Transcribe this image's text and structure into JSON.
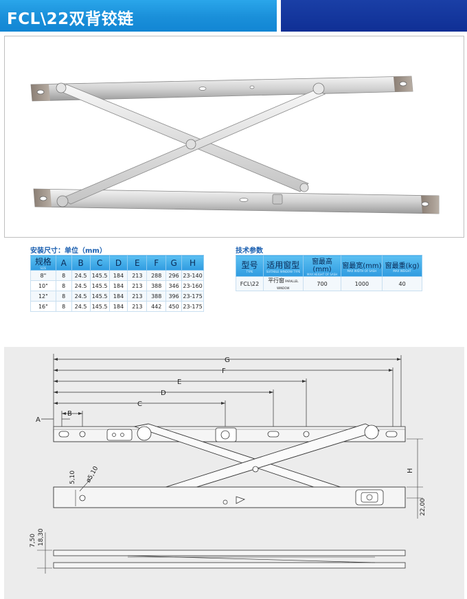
{
  "header": {
    "title": "FCL\\22双背铰链"
  },
  "install_table": {
    "title": "安装尺寸：单位（mm）",
    "headers": [
      {
        "main": "规格",
        "sub": "SIZE"
      },
      {
        "main": "A",
        "sub": ""
      },
      {
        "main": "B",
        "sub": ""
      },
      {
        "main": "C",
        "sub": ""
      },
      {
        "main": "D",
        "sub": ""
      },
      {
        "main": "E",
        "sub": ""
      },
      {
        "main": "F",
        "sub": ""
      },
      {
        "main": "G",
        "sub": ""
      },
      {
        "main": "H",
        "sub": ""
      }
    ],
    "rows": [
      [
        "8\"",
        "8",
        "24.5",
        "145.5",
        "184",
        "213",
        "288",
        "296",
        "23-140"
      ],
      [
        "10\"",
        "8",
        "24.5",
        "145.5",
        "184",
        "213",
        "388",
        "346",
        "23-160"
      ],
      [
        "12\"",
        "8",
        "24.5",
        "145.5",
        "184",
        "213",
        "388",
        "396",
        "23-175"
      ],
      [
        "16\"",
        "8",
        "24.5",
        "145.5",
        "184",
        "213",
        "442",
        "450",
        "23-175"
      ]
    ]
  },
  "tech_table": {
    "title": "技术参数",
    "headers": [
      {
        "main": "型号",
        "sub": "TYPE"
      },
      {
        "main": "适用窗型",
        "sub": "SUITABLE WINDOW TYPE"
      },
      {
        "main": "窗最高(mm)",
        "sub": "MAX HEIGHT OF SASH"
      },
      {
        "main": "窗最宽(mm)",
        "sub": "MAX WIDTH OF SASH"
      },
      {
        "main": "窗最重(kg)",
        "sub": "MAX WEIGHT"
      }
    ],
    "row": {
      "model": "FCL\\22",
      "type_cn": "平行窗",
      "type_en": "PARALLEL WINDOW",
      "max_height": "700",
      "max_width": "1000",
      "max_weight": "40"
    }
  },
  "drawing": {
    "dim_labels": {
      "g": "G",
      "f": "F",
      "e": "E",
      "d": "D",
      "c": "C",
      "b": "B",
      "a": "A",
      "h": "H",
      "v1": "5,10",
      "hole": "ø5,10",
      "v2": "22,00",
      "v3": "7,50",
      "v4": "18,30"
    }
  },
  "colors": {
    "header_blue": "#1a8fd9",
    "header_navy": "#0f2f95",
    "table_header": "#2f9be0",
    "section_title": "#1a5fb0",
    "drawing_bg": "#ececec"
  }
}
